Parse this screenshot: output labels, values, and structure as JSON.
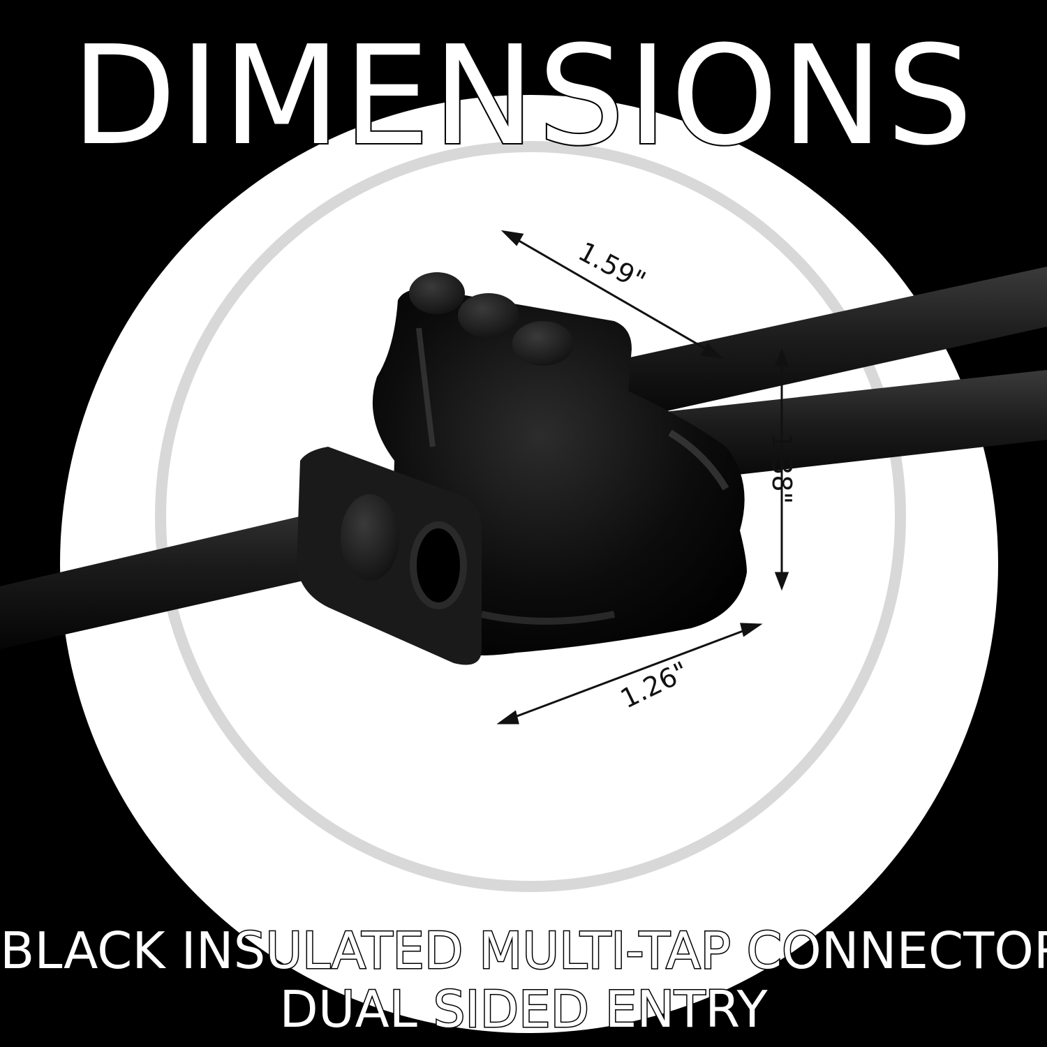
{
  "title": "DIMENSIONS",
  "dimensions": {
    "length": "1.59\"",
    "width": "1.26\"",
    "height": "1.38\""
  },
  "caption": {
    "line1": "BLACK INSULATED MULTI-TAP CONNECTOR",
    "line2": "DUAL SIDED ENTRY"
  },
  "colors": {
    "background": "#000000",
    "circle": "#ffffff",
    "ring": "#dcdcdc",
    "product": "#0a0a0a"
  },
  "icons": {
    "product": "multi-tap-connector",
    "cable": "black-insulated-cable"
  }
}
